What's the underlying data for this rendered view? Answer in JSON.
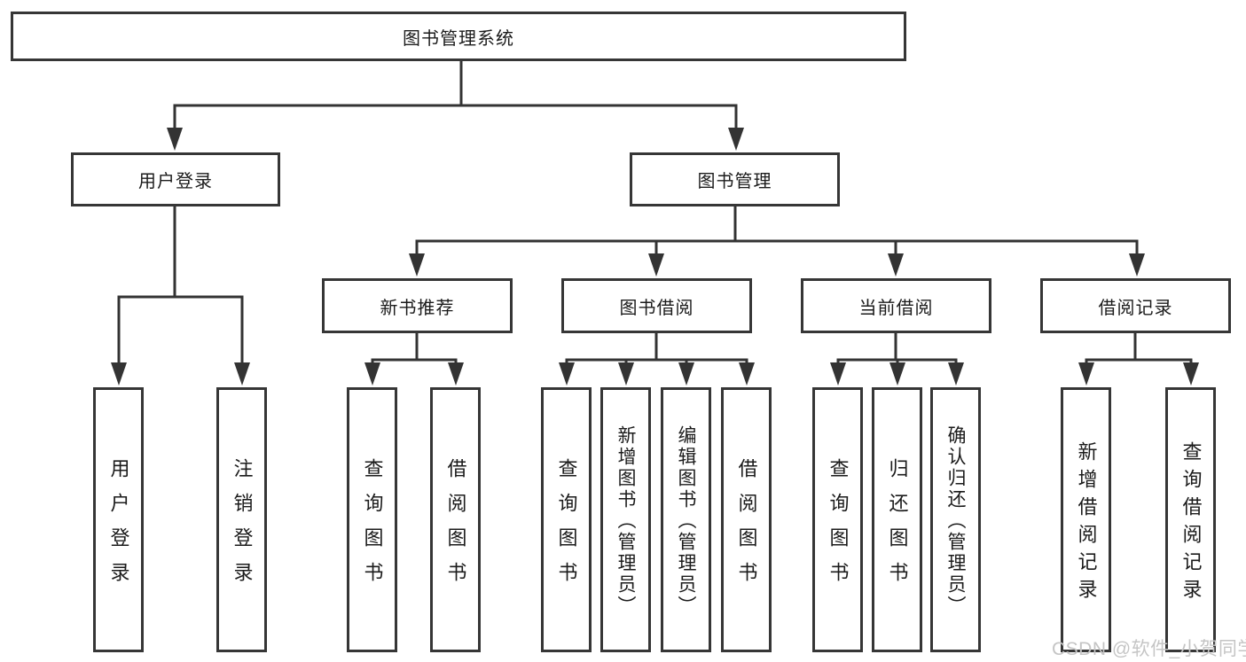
{
  "colors": {
    "line": "#333333",
    "box_border": "#363636",
    "box_fill": "#ffffff",
    "text": "#1b1b1b",
    "watermark": "#c5c5c5"
  },
  "watermark": {
    "text": "CSDN @软件_小贺同学"
  },
  "tree": {
    "root": {
      "label": "图书管理系统"
    },
    "level2": [
      {
        "label": "用户登录",
        "leaves": [
          {
            "label": "用户登录"
          },
          {
            "label": "注销登录"
          }
        ]
      },
      {
        "label": "图书管理",
        "groups": [
          {
            "label": "新书推荐",
            "leaves": [
              {
                "label": "查询图书"
              },
              {
                "label": "借阅图书"
              }
            ]
          },
          {
            "label": "图书借阅",
            "leaves": [
              {
                "label": "查询图书"
              },
              {
                "label": "新增图书（管理员）"
              },
              {
                "label": "编辑图书（管理员）"
              },
              {
                "label": "借阅图书"
              }
            ]
          },
          {
            "label": "当前借阅",
            "leaves": [
              {
                "label": "查询图书"
              },
              {
                "label": "归还图书"
              },
              {
                "label": "确认归还（管理员）"
              }
            ]
          },
          {
            "label": "借阅记录",
            "leaves": [
              {
                "label": "新增借阅记录"
              },
              {
                "label": "查询借阅记录"
              }
            ]
          }
        ]
      }
    ]
  }
}
